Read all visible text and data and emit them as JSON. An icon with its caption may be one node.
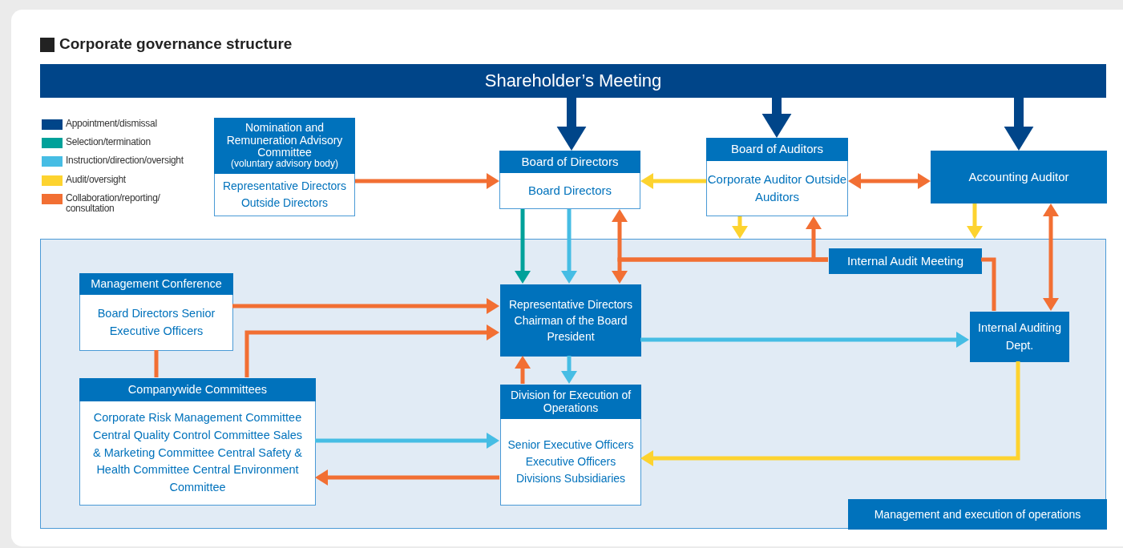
{
  "diagram": {
    "title": "Corporate governance structure",
    "nodes": [
      {
        "text": [
          "Shareholder’s Meeting"
        ]
      },
      {
        "text": [
          "Nomination and Remuneration Advisory Committee",
          "(voluntary advisory body)",
          "Representative Directors Outside Directors"
        ]
      },
      {
        "text": [
          "Board of Directors",
          "Board Directors"
        ]
      },
      {
        "text": [
          "Board of Auditors",
          "Corporate Auditor Outside Auditors"
        ]
      },
      {
        "text": [
          "Accounting Auditor"
        ]
      },
      {
        "text": [
          "Management and execution of operations"
        ]
      },
      {
        "text": [
          "Management Conference",
          "Board Directors Senior Executive Officers"
        ],
        "in": 5
      },
      {
        "text": [
          "Representative Directors Chairman of the Board President"
        ],
        "in": 5
      },
      {
        "text": [
          "Internal Audit Meeting"
        ],
        "in": 5
      },
      {
        "text": [
          "Internal Auditing Dept."
        ],
        "in": 5
      },
      {
        "text": [
          "Companywide Committees",
          "Corporate Risk Management Committee Central Quality Control Committee Sales & Marketing Committee Central Safety & Health Committee Central Environment Committee"
        ],
        "in": 5
      },
      {
        "text": [
          "Division for Execution of Operations",
          "Senior Executive Officers Executive Officers Divisions Subsidiaries"
        ],
        "in": 5
      }
    ],
    "edges": [
      {
        "from": 0,
        "to": 2,
        "arrow": "to",
        "style": "thick",
        "color": "#004589"
      },
      {
        "from": 0,
        "to": 3,
        "arrow": "to",
        "style": "thick",
        "color": "#004589"
      },
      {
        "from": 0,
        "to": 4,
        "arrow": "to",
        "style": "thick",
        "color": "#004589"
      },
      {
        "from": 1,
        "to": 2,
        "arrow": "to"
      },
      {
        "from": 3,
        "to": 2,
        "arrow": "to",
        "color": "#fdd32f"
      },
      {
        "from": 3,
        "to": 4,
        "arrow": "both"
      },
      {
        "from": 3,
        "to": 5,
        "arrow": "to",
        "color": "#fdd32f"
      },
      {
        "from": 4,
        "to": 5,
        "arrow": "to",
        "color": "#fdd32f"
      },
      {
        "from": 4,
        "to": 9,
        "arrow": "both"
      },
      {
        "from": 2,
        "to": 7,
        "arrow": "to",
        "color": "#00a19a"
      },
      {
        "from": 2,
        "to": 7,
        "arrow": "to",
        "color": "#46bde4"
      },
      {
        "from": 8,
        "to": 2,
        "arrow": "to"
      },
      {
        "from": 8,
        "to": 7,
        "arrow": "to"
      },
      {
        "from": 8,
        "to": 3,
        "arrow": "to"
      },
      {
        "from": 9,
        "to": 8,
        "arrow": "none"
      },
      {
        "from": 6,
        "to": 7,
        "arrow": "to"
      },
      {
        "from": 6,
        "to": 10,
        "arrow": "none"
      },
      {
        "from": 10,
        "to": 7,
        "arrow": "to"
      },
      {
        "from": 7,
        "to": 9,
        "arrow": "to",
        "color": "#46bde4"
      },
      {
        "from": 7,
        "to": 11,
        "arrow": "to",
        "color": "#46bde4"
      },
      {
        "from": 11,
        "to": 7,
        "arrow": "to"
      },
      {
        "from": 10,
        "to": 11,
        "arrow": "to",
        "color": "#46bde4"
      },
      {
        "from": 11,
        "to": 10,
        "arrow": "to"
      },
      {
        "from": 9,
        "to": 11,
        "arrow": "to",
        "color": "#fdd32f"
      }
    ],
    "legend": [
      {
        "text": "Appointment/dismissal",
        "color": "#004589"
      },
      {
        "text": "Selection/termination",
        "color": "#00a19a"
      },
      {
        "text": "Instruction/direction/oversight",
        "color": "#46bde4"
      },
      {
        "text": "Audit/oversight",
        "color": "#fdd32f"
      },
      {
        "text": "Collaboration/reporting/ consultation",
        "color": "#f26f33"
      }
    ]
  }
}
